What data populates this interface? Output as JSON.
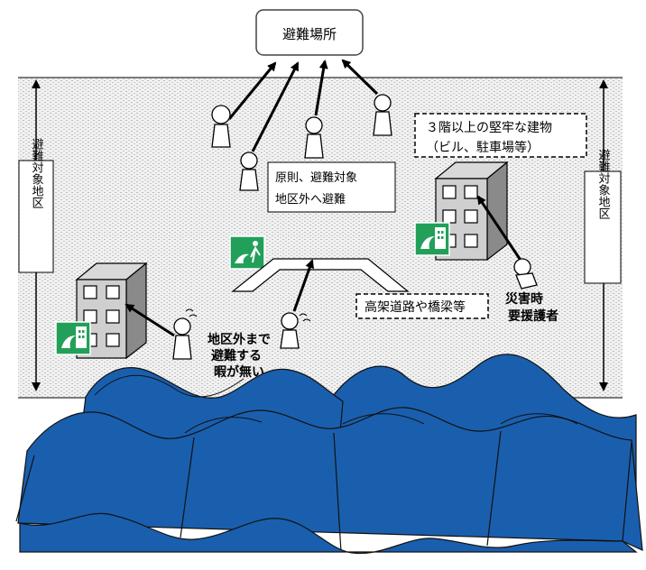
{
  "evacuation_site": "避難場所",
  "zone_label_left": "避難対象地区",
  "zone_label_right": "避難対象地区",
  "principle_note": [
    "原則、避難対象",
    "地区外へ避難"
  ],
  "sturdy_building_note": [
    "３階以上の堅牢な建物",
    "（ビル、駐車場等）"
  ],
  "elevated_road_note": "高架道路や橋梁等",
  "no_time_note": [
    "地区外まで",
    "避難する",
    "暇が無い"
  ],
  "vulnerable_note": [
    "災害時",
    "要援護者"
  ],
  "colors": {
    "tsunami": "#1a5fae",
    "sign_green": "#22a05a",
    "zone_fill": "#ebebeb",
    "zone_dots": "#b8b8b8"
  }
}
